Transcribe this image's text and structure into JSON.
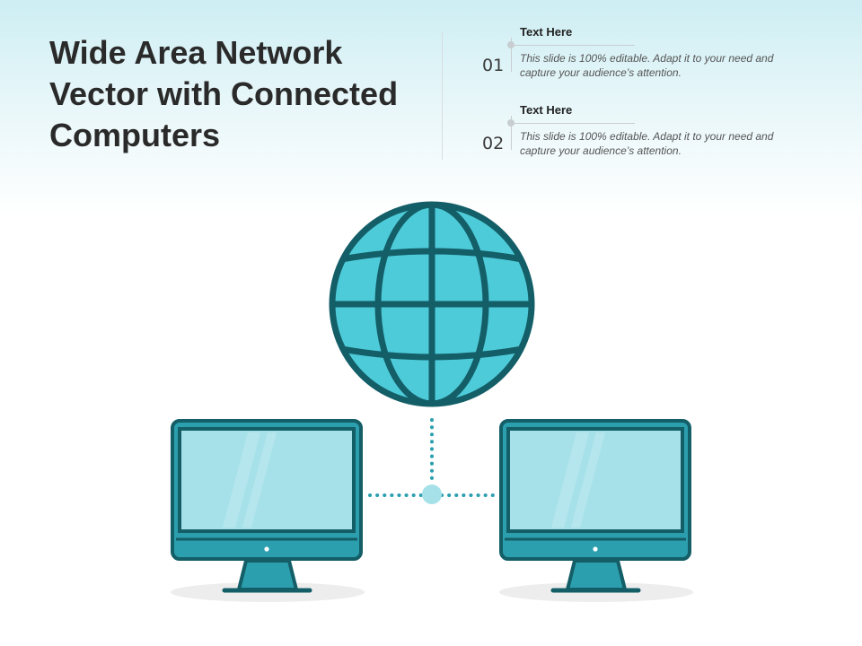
{
  "slide": {
    "title": "Wide Area Network Vector with Connected Computers",
    "items": [
      {
        "number": "01",
        "heading": "Text Here",
        "text": "This slide is 100% editable. Adapt it to your need and capture your audience’s attention."
      },
      {
        "number": "02",
        "heading": "Text Here",
        "text": "This slide is 100% editable. Adapt it to your need and capture your audience’s attention."
      }
    ]
  },
  "illustration": {
    "icons": [
      "globe-icon",
      "monitor-icon",
      "monitor-icon",
      "network-hub-icon"
    ],
    "colors": {
      "outline": "#135e67",
      "globe_fill": "#4ecbd9",
      "screen_fill": "#a6e1e9",
      "bezel_fill": "#2c9fae",
      "connector": "#2c9fae",
      "hub": "#a6e1e9",
      "shadow": "#ededed"
    }
  }
}
